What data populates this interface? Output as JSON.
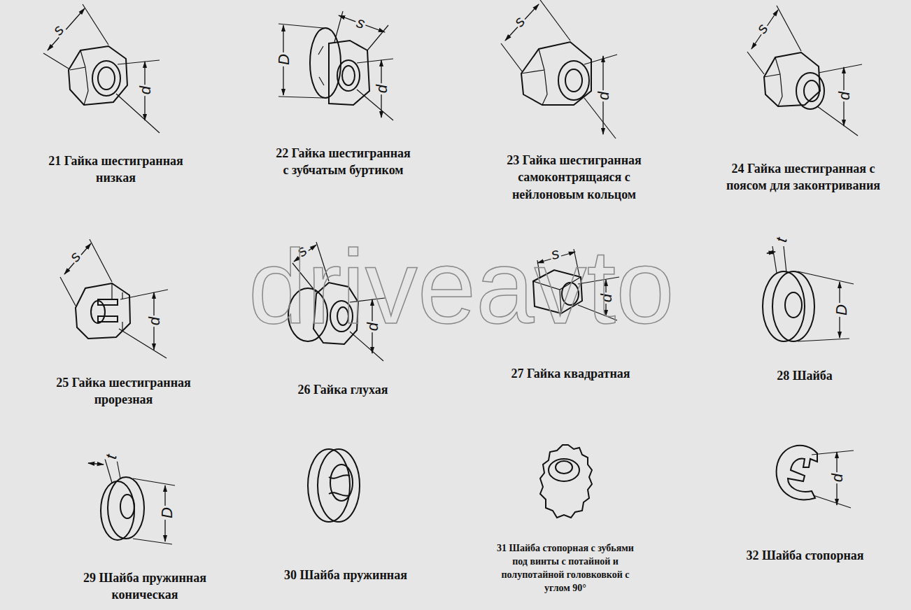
{
  "diagram": {
    "labels": [
      "21 Гайка шестигранная низкая",
      "s",
      "d",
      "22 Гайка шестигранная с зубчатым буртиком",
      "D",
      "s",
      "d",
      "23 Гайка шестигранная самоконтрящаяся с нейлоновым кольцом",
      "s",
      "d",
      "24 Гайка шестигранная с поясом для законтривания",
      "s",
      "d",
      "25 Гайка шестигранная прорезная",
      "s",
      "d",
      "26 Гайка глухая",
      "s",
      "d",
      "27 Гайка квадратная",
      "s",
      "d",
      "28 Шайба",
      "t",
      "D",
      "29 Шайба пружинная коническая",
      "t",
      "D",
      "30 Шайба пружинная",
      "31 Шайба стопорная с зубьями под винты с потайной и полупотайной головковкой с углом 90°",
      "32 Шайба стопорная",
      "d",
      "driveavto"
    ]
  }
}
